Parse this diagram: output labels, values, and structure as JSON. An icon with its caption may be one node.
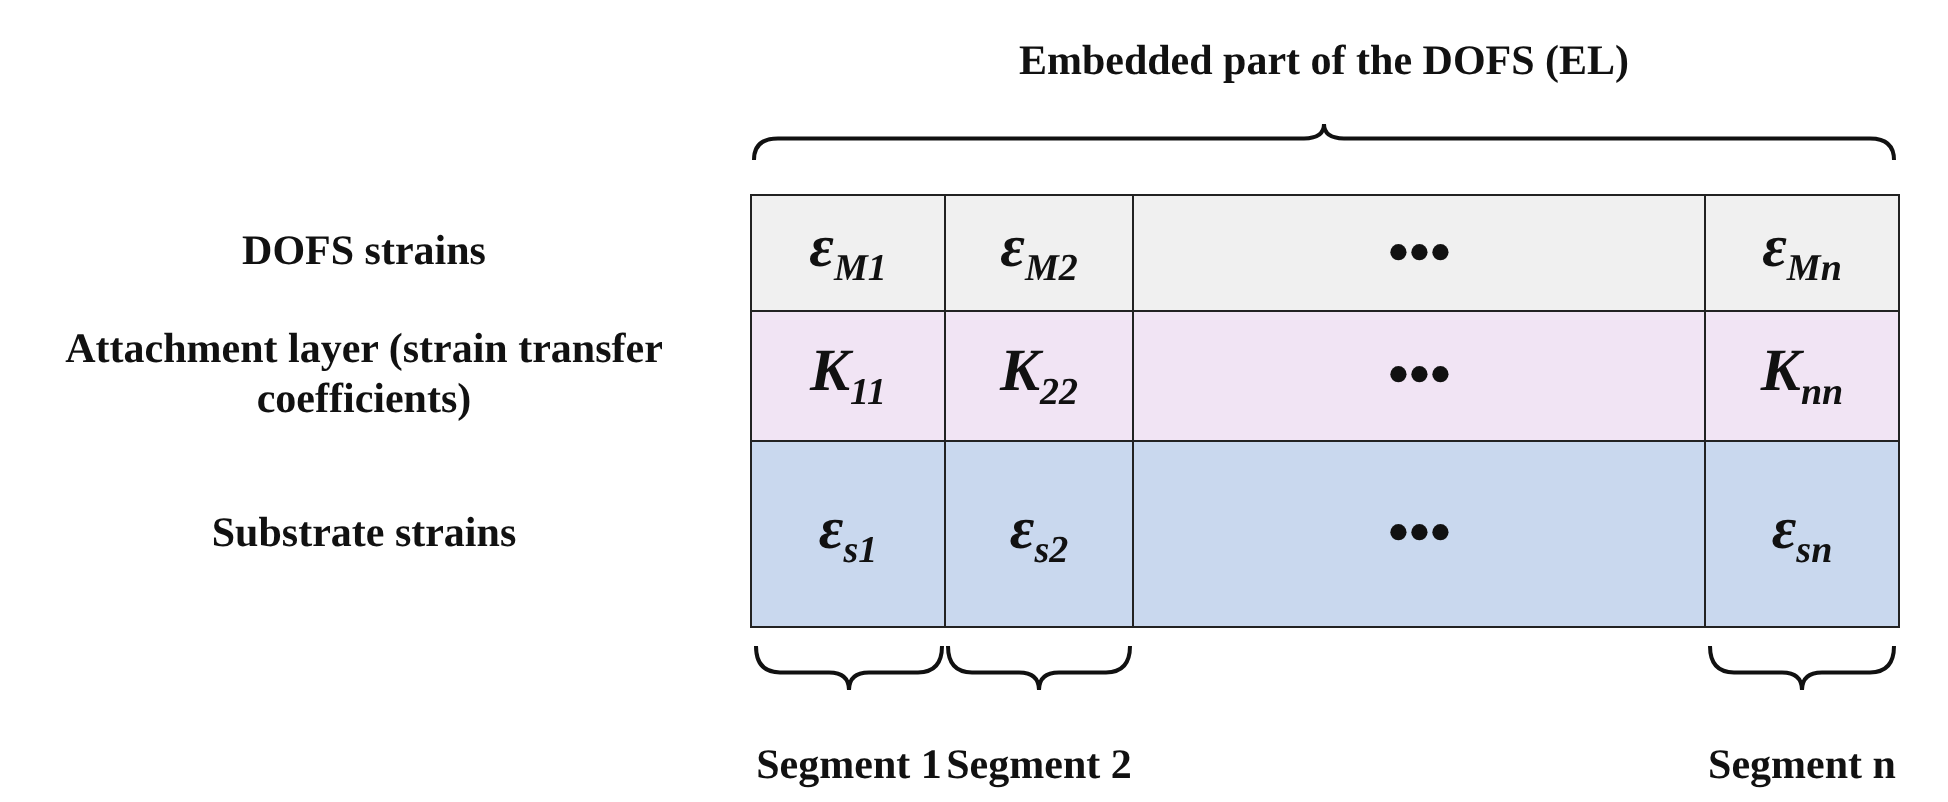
{
  "diagram": {
    "title": "Embedded part of the DOFS (EL)",
    "labels": [
      "DOFS strains",
      "ε$_{M1}$",
      "ε$_{M2}$",
      "•••",
      "ε$_{Mn}$",
      "Attachment layer (strain transfer coefficients)",
      "K$_{11}$",
      "K$_{22}$",
      "•••",
      "K$_{nn}$",
      "Substrate strains",
      "ε$_{s1}$",
      "ε$_{s2}$",
      "•••",
      "ε$_{sn}$",
      "Segment 1",
      "Segment 2",
      "Segment n"
    ]
  }
}
